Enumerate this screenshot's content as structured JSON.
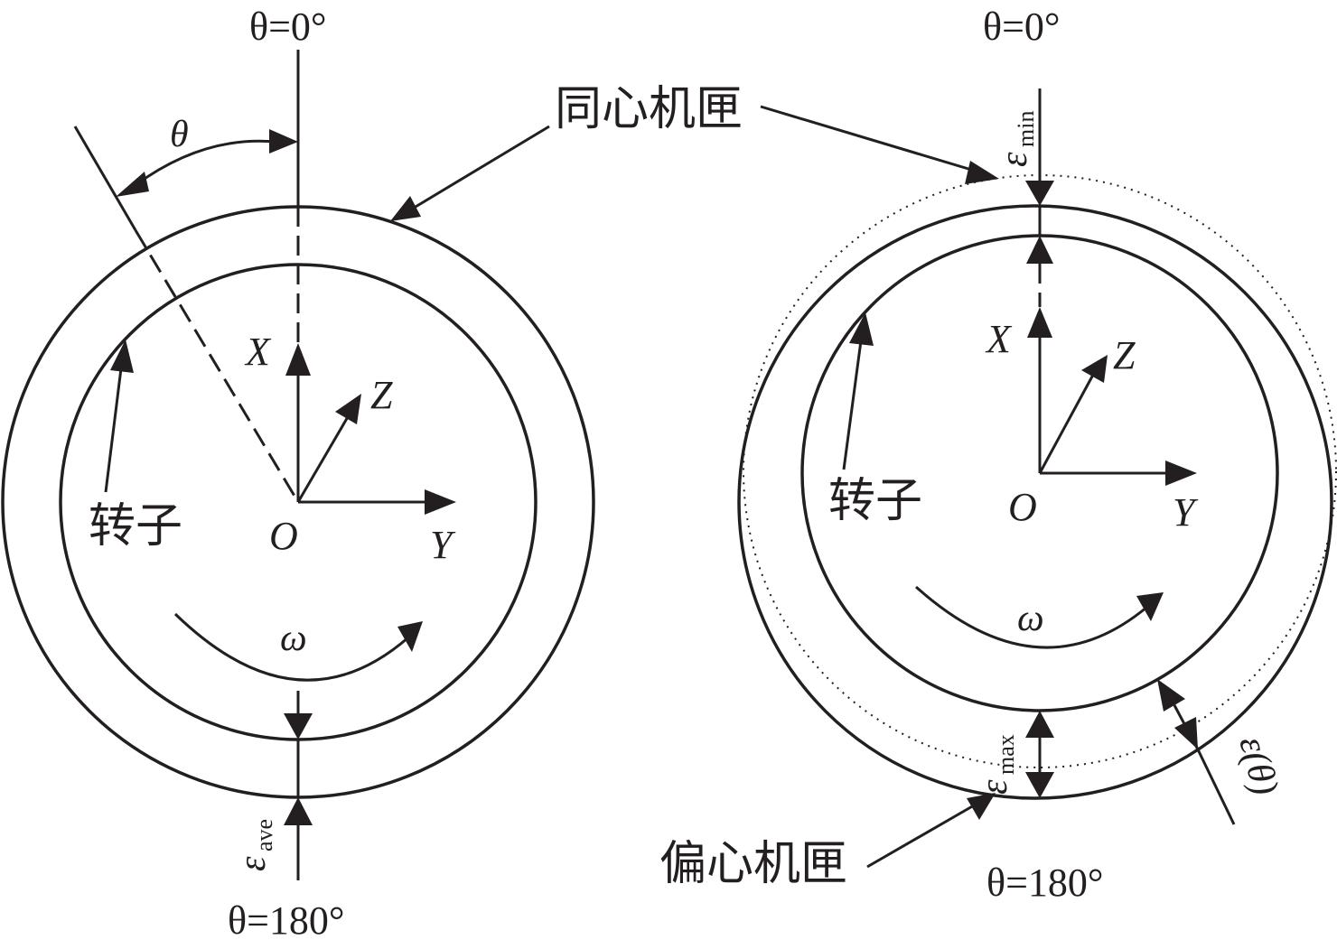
{
  "left_panel": {
    "theta_top": "θ=0°",
    "theta_bottom": "θ=180°",
    "theta_angle": "θ",
    "axis_x": "X",
    "axis_y": "Y",
    "axis_z": "Z",
    "origin": "O",
    "omega": "ω",
    "rotor_label": "转子",
    "gap_label_symbol": "ε",
    "gap_label_sub": "ave"
  },
  "right_panel": {
    "theta_top": "θ=0°",
    "theta_bottom": "θ=180°",
    "axis_x": "X",
    "axis_y": "Y",
    "axis_z": "Z",
    "origin": "O",
    "omega": "ω",
    "rotor_label": "转子",
    "gap_min_symbol": "ε",
    "gap_min_sub": "min",
    "gap_max_symbol": "ε",
    "gap_max_sub": "max",
    "gap_theta_label": "ε(θ)"
  },
  "annotations": {
    "concentric_frame": "同心机匣",
    "eccentric_frame": "偏心机匣"
  },
  "colors": {
    "ink": "#231f20",
    "background": "#ffffff"
  }
}
